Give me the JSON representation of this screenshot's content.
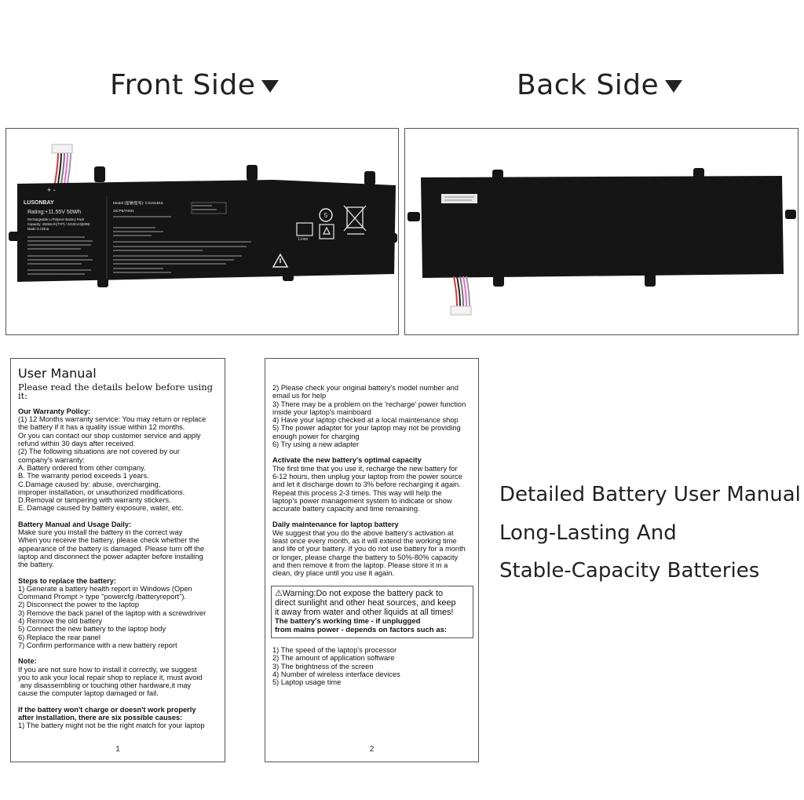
{
  "front": {
    "title": "Front  Side",
    "brand": "LUSONBAY",
    "rating": "Rating:+11.55V   50Wh",
    "polarity": "+ -",
    "chem": "Rechargeable Li-Polymer Battery Pack",
    "capacity": "Capacity: 4335mAh(TYP) / 4210mAh(MIN)",
    "origin": "Made in China",
    "model": "Model (型號/型号): C31N1816",
    "cells": "3ICP5/70/81",
    "liion": "Li-ion",
    "recycle_num": "5"
  },
  "back": {
    "title": "Back Side"
  },
  "page1": {
    "title": "User Manual",
    "intro": "Please read the details below before using it:",
    "warranty_heading": "Our Warranty Policy:",
    "warranty_lines": [
      "(1) 12 Months warranty service: You may return or replace",
      "the battery if it has a quality issue within 12 months.",
      "Or you can contact our shop customer service and apply",
      "refund within 30 days after received.",
      "(2) The following situations are not covered by our",
      "company's warranty:",
      "A. Battery ordered from other company.",
      "B. The warranty period exceeds 1 years.",
      "C.Damage caused by: abuse, overcharging,",
      "improper installation, or unauthorized modifications.",
      "D.Removal or tampering with warranty stickers.",
      "E. Damage caused by battery exposure, water, etc."
    ],
    "usage_heading": "Battery Manual and Usage Daily:",
    "usage_lines": [
      "Make sure you install the battery in the correct way",
      "When you receive the battery, please check whether the",
      "appearance of the battery is damaged. Please turn off the",
      "laptop and disconnect the power adapter before installing",
      "the battery."
    ],
    "steps_heading": "Steps to replace the battery:",
    "steps_lines": [
      "1) Generate a battery health report in Windows (Open",
      "Command Prompt > type \"powercfg /batteryreport\").",
      "2) Disconnect the power to the laptop",
      "3) Remove the back panel of the laptop with a screwdriver",
      "4) Remove the old battery",
      "5) Connect the new battery to the laptop body",
      "6) Replace the rear panel",
      "7) Confirm performance with a new battery report"
    ],
    "note_heading": "Note:",
    "note_lines": [
      "If you are not sure how to install it correctly, we suggest",
      "you to ask your local repair shop to replace it, must avoid",
      " any disassembling or touching other hardware,it may",
      "cause the computer laptop damaged or fail."
    ],
    "charge_heading_lines": [
      "If the battery won't charge or doesn't work properly",
      "after installation, there are six possible causes:"
    ],
    "charge_lines": [
      "1) The battery might not be the right match for your laptop"
    ],
    "page_number": "1"
  },
  "page2": {
    "cont_lines": [
      "2) Please check your original battery's model number and",
      "email us for help",
      "3) There may be a problem on the 'recharge' power function",
      "inside your laptop's mainboard",
      "4) Have your laptop checked at a local maintenance shop",
      "5) The power adapter for your laptop may not be providing",
      "enough power for charging",
      "6) Try using a new adapter"
    ],
    "activate_heading": "Activate the new battery's optimal capacity",
    "activate_lines": [
      "The first time that you use it, recharge the new battery for",
      "6-12 hours, then unplug your laptop from the power source",
      "and let it discharge down to 3% before recharging it again.",
      "Repeat this process 2-3 times. This way will help the",
      "laptop's power management system to indicate or show",
      "accurate battery capacity and time remaining."
    ],
    "maint_heading": "Daily maintenance for laptop battery",
    "maint_lines": [
      "We suggest that you do the above battery's activation at",
      "least once every month, as it will extend the working time",
      "and life of your battery. If you do not use battery for a month",
      "or longer, please charge the battery to 50%-80% capacity",
      "and then remove it from the laptop. Please store it in a",
      "clean, dry place until you use it again."
    ],
    "warning_lines": [
      "Warning:Do not expose the battery pack to",
      "direct sunlight and other heat sources, and keep",
      "it away from water and other liquids at all times!"
    ],
    "warning_bold_lines": [
      "The battery's working time - if unplugged",
      "from mains power - depends on factors such as:"
    ],
    "factor_lines": [
      "1) The speed of the laptop's processor",
      "2) The amount of application software",
      "3) The brightness of the screen",
      "4) Number of wireless interface devices",
      "5) Laptop usage time"
    ],
    "page_number": "2"
  },
  "features": [
    "Detailed Battery User Manual",
    "Long-Lasting And",
    "Stable-Capacity Batteries"
  ],
  "colors": {
    "battery_body": "#151515",
    "label_text": "#e8e8e8",
    "frame": "#555555"
  }
}
